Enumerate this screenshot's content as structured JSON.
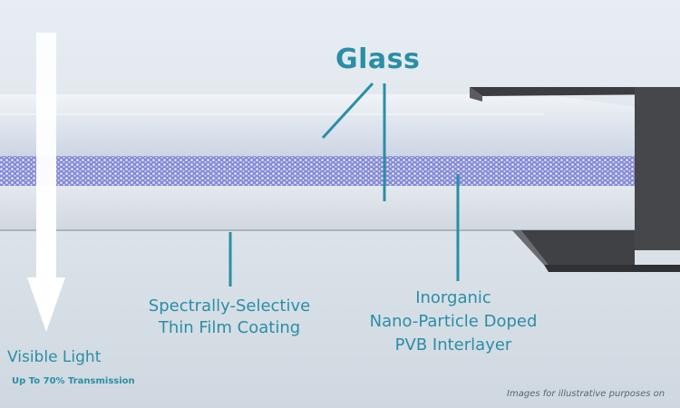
{
  "labels": {
    "glass": "Glass",
    "coating_line1": "Spectrally-Selective",
    "coating_line2": "Thin Film Coating",
    "interlayer_line1": "Inorganic",
    "interlayer_line2": "Nano-Particle Doped",
    "interlayer_line3": "PVB Interlayer",
    "visible_light": "Visible Light",
    "transmission": "Up To 70% Transmission",
    "disclaimer": "Images for illustrative purposes on"
  },
  "colors": {
    "label_teal": "#2a8ea6",
    "interlayer_purple": "#8a90d8",
    "frame_gray": "#4a4c50"
  }
}
